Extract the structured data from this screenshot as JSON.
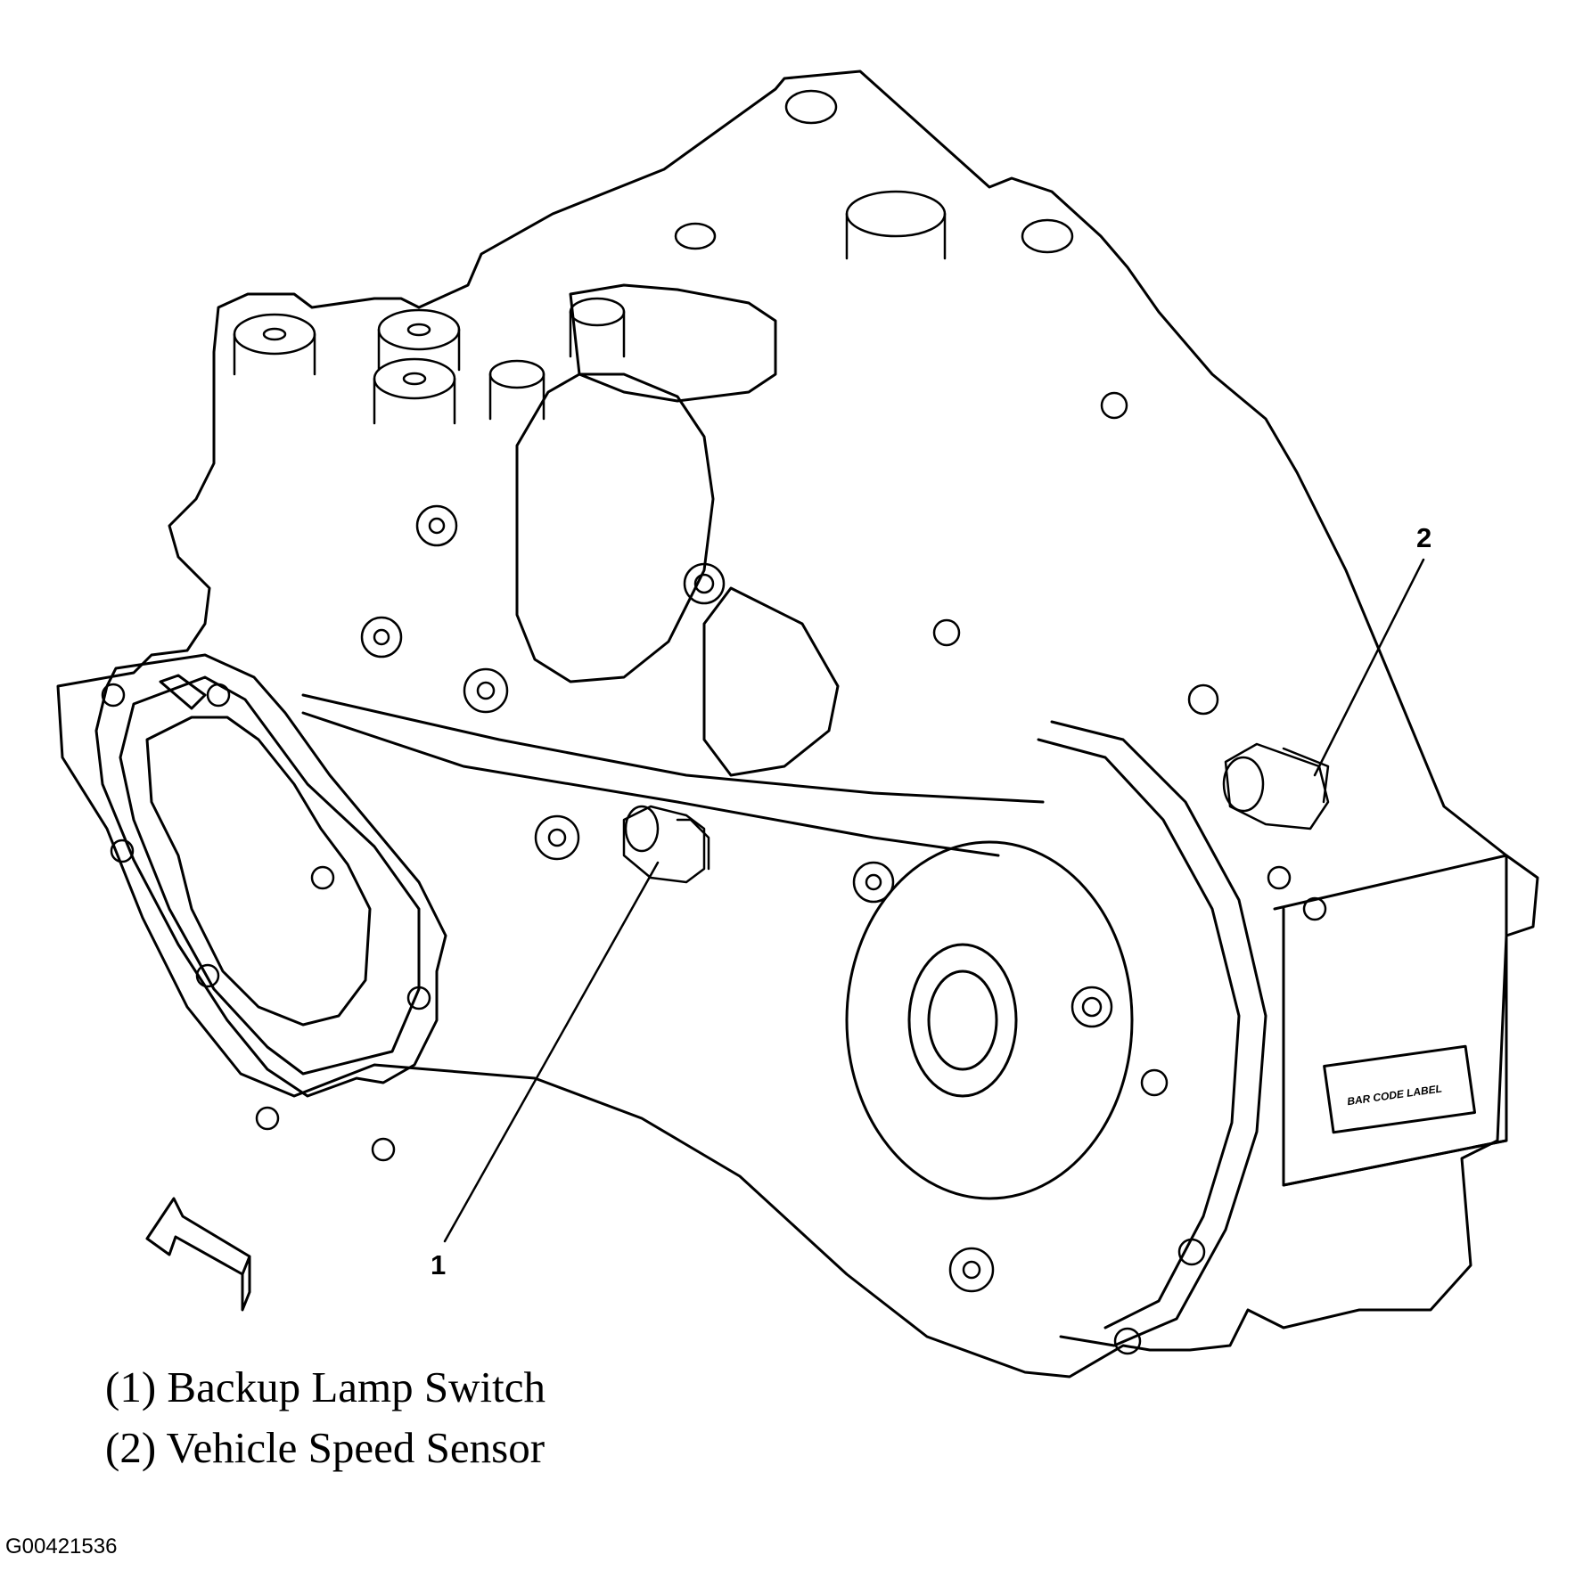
{
  "callouts": [
    {
      "number": "1"
    },
    {
      "number": "2"
    }
  ],
  "legend": [
    {
      "text": "(1) Backup Lamp Switch"
    },
    {
      "text": "(2) Vehicle Speed Sensor"
    }
  ],
  "barcode_label": "BAR CODE LABEL",
  "figure_id": "G00421536",
  "colors": {
    "line": "#000000",
    "background": "#ffffff"
  }
}
